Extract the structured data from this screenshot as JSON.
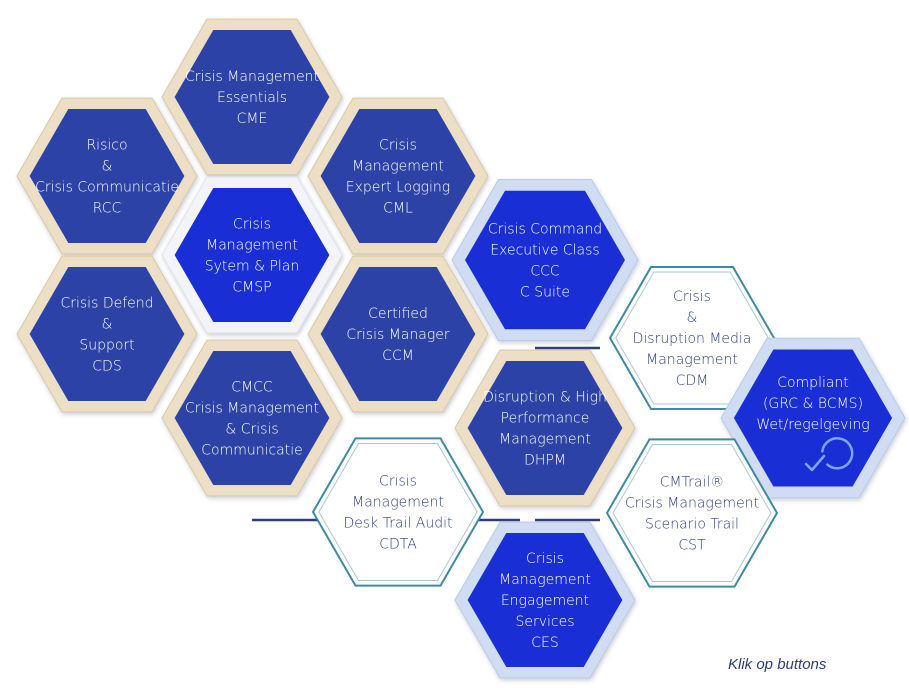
{
  "colors": {
    "dark_fill": "#2c42a6",
    "bright_fill": "#1a2ed6",
    "white_fill": "#ffffff",
    "frame_cream": "#ecdfc6",
    "frame_white": "#f2f4f8",
    "frame_blue": "#cfdcf2",
    "outline_teal": "#3f8aa3",
    "text_light": "#ffffff",
    "text_dark": "#2c3e7a"
  },
  "hexagons": [
    {
      "id": "cme",
      "lines": [
        "Crisis Management",
        "Essentials",
        "CME"
      ],
      "style": "dark",
      "frame": "cream"
    },
    {
      "id": "rcc",
      "lines": [
        "Risico",
        "&",
        "Crisis Communicatie",
        "RCC"
      ],
      "style": "dark",
      "frame": "cream"
    },
    {
      "id": "cml",
      "lines": [
        "Crisis",
        "Management",
        "Expert Logging",
        "CML"
      ],
      "style": "dark",
      "frame": "cream"
    },
    {
      "id": "cmsp",
      "lines": [
        "Crisis",
        "Management",
        "Sytem & Plan",
        "CMSP"
      ],
      "style": "bright",
      "frame": "white"
    },
    {
      "id": "ccc",
      "lines": [
        "Crisis Command",
        "Executive Class",
        "CCC",
        "C Suite"
      ],
      "style": "bright",
      "frame": "blue"
    },
    {
      "id": "cds",
      "lines": [
        "Crisis Defend",
        "&",
        "Support",
        "CDS"
      ],
      "style": "dark",
      "frame": "cream"
    },
    {
      "id": "ccm",
      "lines": [
        "Certified",
        "Crisis Manager",
        "CCM"
      ],
      "style": "dark",
      "frame": "cream"
    },
    {
      "id": "cdm",
      "lines": [
        "Crisis",
        "&",
        "Disruption Media",
        "Management",
        "CDM"
      ],
      "style": "white",
      "frame": "outline"
    },
    {
      "id": "compliant",
      "lines": [
        "Compliant",
        "(GRC & BCMS)",
        "Wet/regelgeving"
      ],
      "style": "bright",
      "frame": "blue",
      "icon": "check-circle-icon"
    },
    {
      "id": "cmcc",
      "lines": [
        "CMCC",
        "Crisis Management",
        "& Crisis",
        "Communicatie"
      ],
      "style": "dark",
      "frame": "cream"
    },
    {
      "id": "dhpm",
      "lines": [
        "Disruption & High",
        "Performance",
        "Management",
        "DHPM"
      ],
      "style": "dark",
      "frame": "cream"
    },
    {
      "id": "cdta",
      "lines": [
        "Crisis",
        "Management",
        "Desk Trail Audit",
        "CDTA"
      ],
      "style": "white",
      "frame": "outline"
    },
    {
      "id": "cst",
      "lines": [
        "CMTrail®",
        "Crisis Management",
        "Scenario Trail",
        "CST"
      ],
      "style": "white",
      "frame": "outline"
    },
    {
      "id": "ces",
      "lines": [
        "Crisis",
        "Management",
        "Engagement",
        "Services",
        "CES"
      ],
      "style": "bright",
      "frame": "blue"
    }
  ],
  "footer": {
    "hint": "Klik op buttons"
  }
}
